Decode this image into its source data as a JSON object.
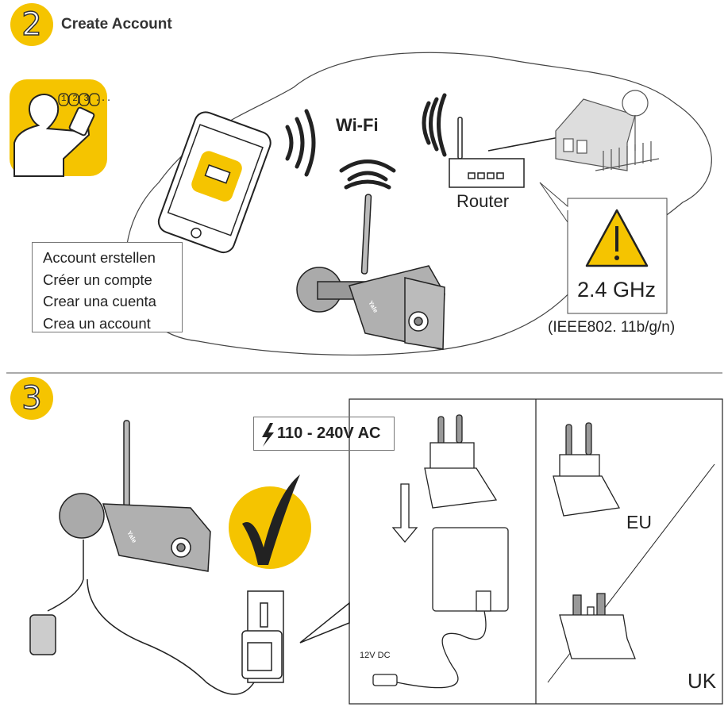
{
  "step2": {
    "number": "2",
    "title": "Create Account",
    "app_icon_steps": "1 2 3 ...",
    "wifi_label": "Wi-Fi",
    "router_label": "Router",
    "camera_brand": "Yale",
    "warning": {
      "icon": "warning-triangle-icon",
      "frequency": "2.4 GHz",
      "standard": "(IEEE802. 11b/g/n)"
    },
    "languages": [
      "Account erstellen",
      "Créer un compte",
      "Crear una cuenta",
      "Crea un account"
    ]
  },
  "step3": {
    "number": "3",
    "voltage_label": "110 - 240V AC",
    "dc_label": "12V DC",
    "camera_brand": "Yale",
    "plug_eu": "EU",
    "plug_uk": "UK"
  },
  "colors": {
    "accent_yellow": "#f5c400",
    "line": "#333333",
    "camera_gray": "#a8a8a8"
  }
}
